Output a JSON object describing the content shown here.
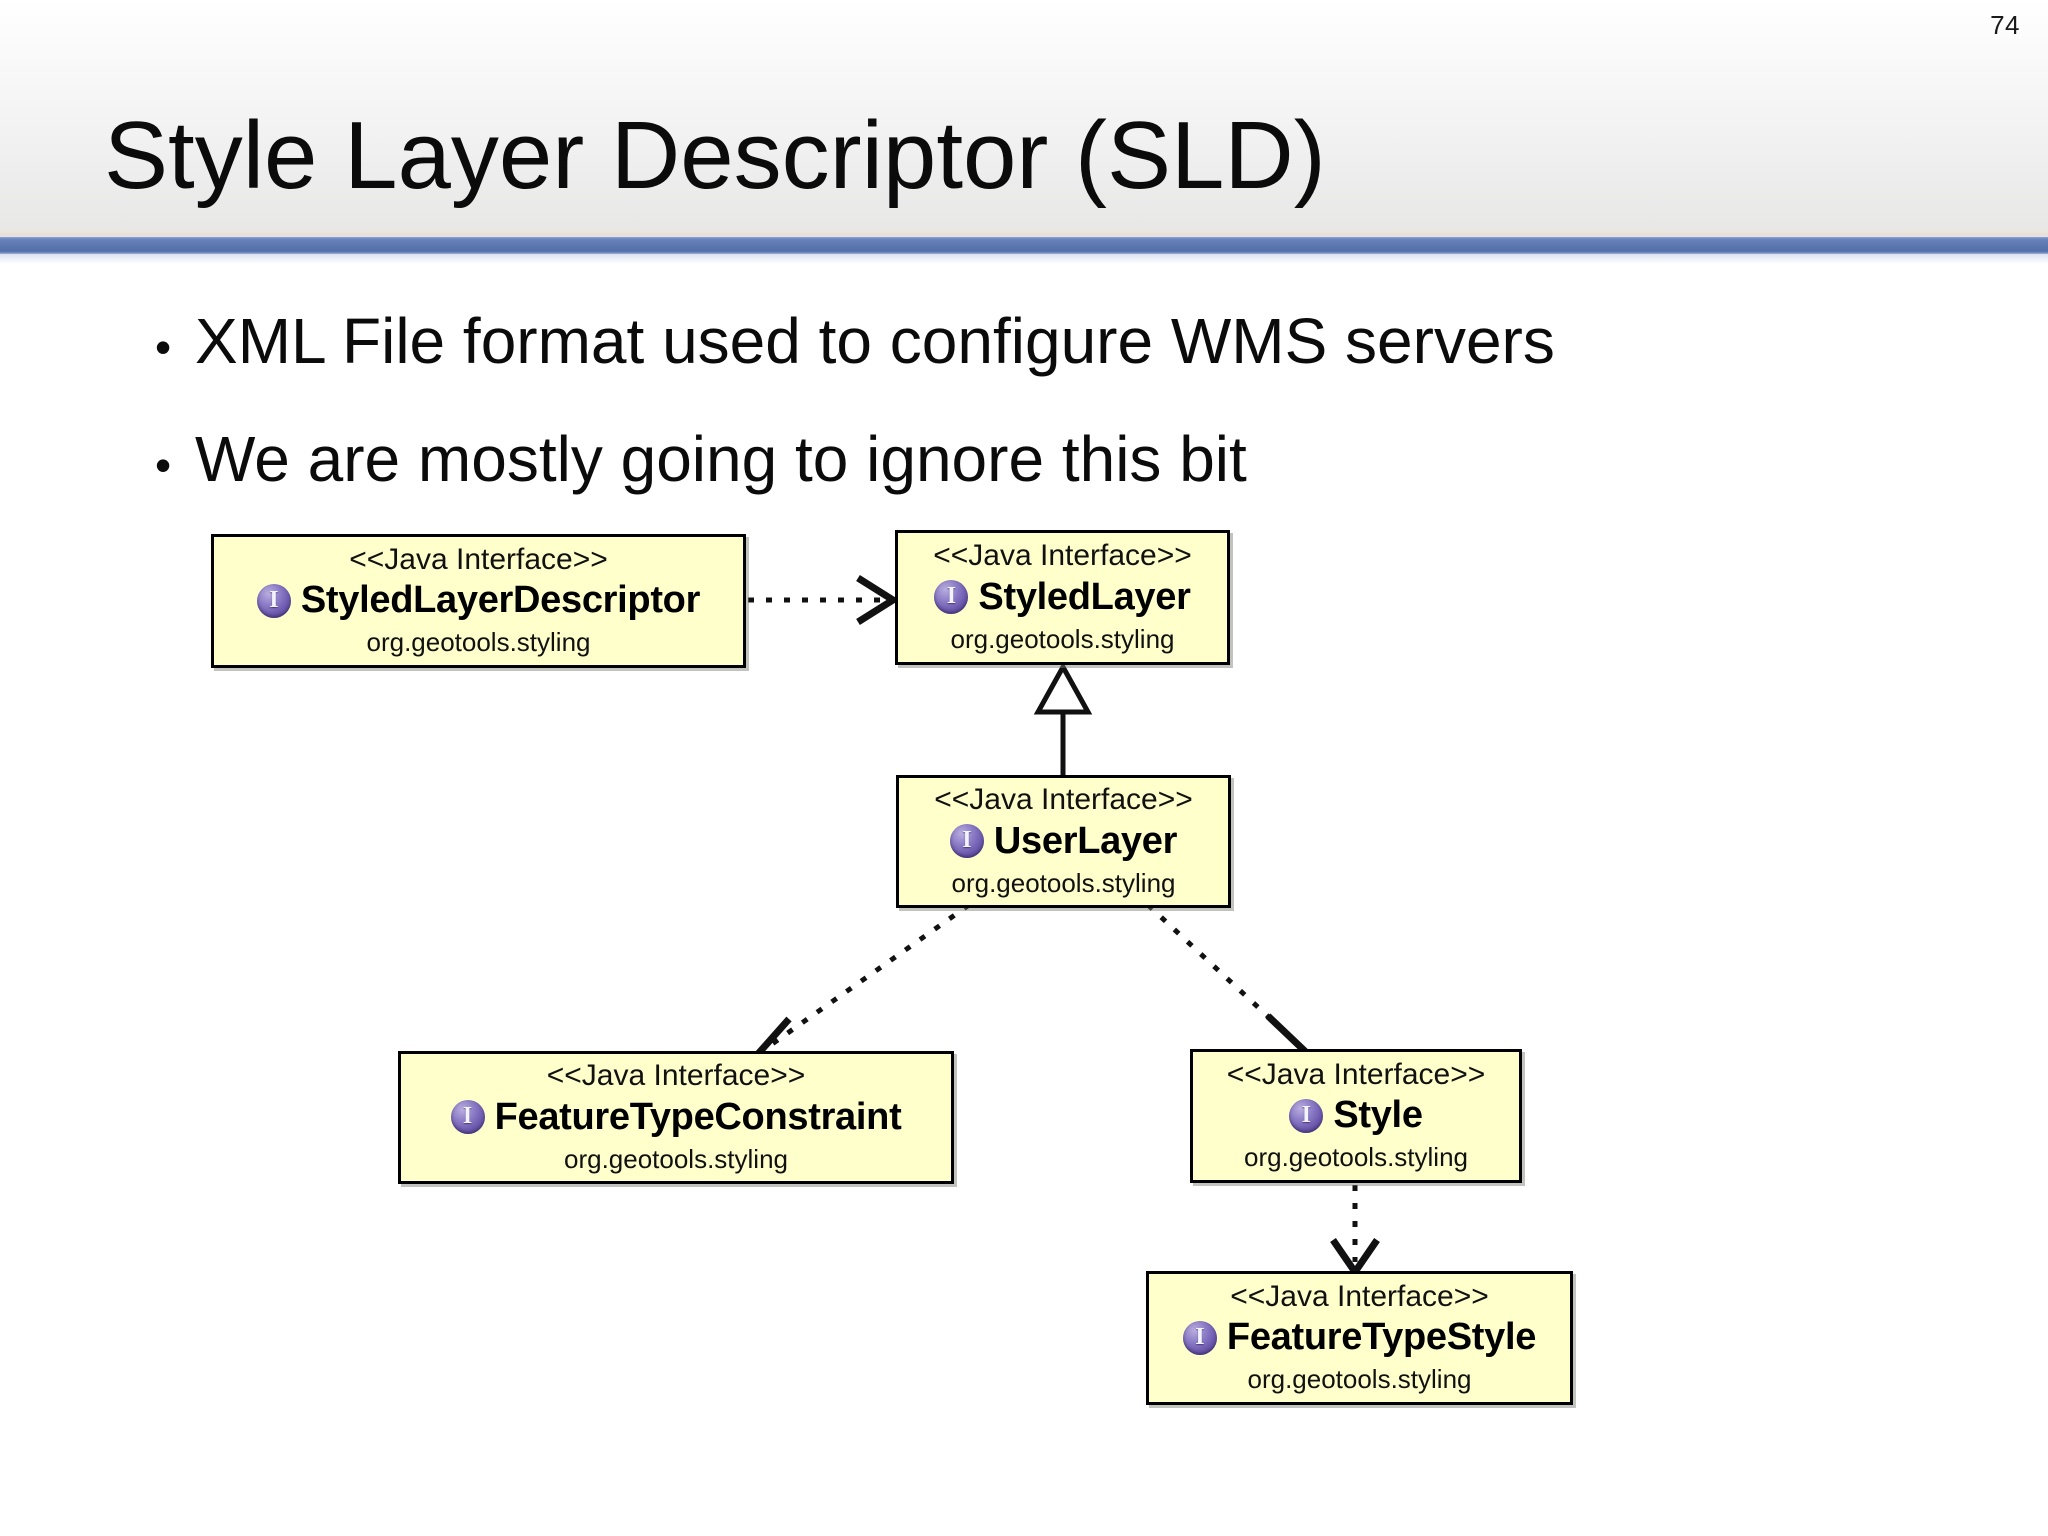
{
  "slide": {
    "page_number": "74",
    "title": "Style Layer Descriptor (SLD)",
    "accent_color": "#5b77b0",
    "background_color": "#ffffff"
  },
  "bullets": [
    {
      "marker": "•",
      "text": "XML File format used to configure WMS servers"
    },
    {
      "marker": "•",
      "text": "We are mostly going to ignore this bit"
    }
  ],
  "diagram": {
    "type": "uml-class-diagram",
    "box_fill_color": "#ffffcc",
    "box_border_color": "#000000",
    "icon_color": "#6f5cb0",
    "nodes": [
      {
        "id": "styled-layer-descriptor",
        "stereotype": "<<Java Interface>>",
        "name": "StyledLayerDescriptor",
        "package": "org.geotools.styling",
        "icon": "interface-icon"
      },
      {
        "id": "styled-layer",
        "stereotype": "<<Java Interface>>",
        "name": "StyledLayer",
        "package": "org.geotools.styling",
        "icon": "interface-icon"
      },
      {
        "id": "user-layer",
        "stereotype": "<<Java Interface>>",
        "name": "UserLayer",
        "package": "org.geotools.styling",
        "icon": "interface-icon"
      },
      {
        "id": "feature-type-constraint",
        "stereotype": "<<Java Interface>>",
        "name": "FeatureTypeConstraint",
        "package": "org.geotools.styling",
        "icon": "interface-icon"
      },
      {
        "id": "style",
        "stereotype": "<<Java Interface>>",
        "name": "Style",
        "package": "org.geotools.styling",
        "icon": "interface-icon"
      },
      {
        "id": "feature-type-style",
        "stereotype": "<<Java Interface>>",
        "name": "FeatureTypeStyle",
        "package": "org.geotools.styling",
        "icon": "interface-icon"
      }
    ],
    "edges": [
      {
        "from": "styled-layer-descriptor",
        "to": "styled-layer",
        "style": "dashed",
        "arrow": "open"
      },
      {
        "from": "user-layer",
        "to": "styled-layer",
        "style": "solid",
        "arrow": "hollow-triangle"
      },
      {
        "from": "user-layer",
        "to": "feature-type-constraint",
        "style": "dashed",
        "arrow": "open"
      },
      {
        "from": "user-layer",
        "to": "style",
        "style": "dashed",
        "arrow": "open"
      },
      {
        "from": "style",
        "to": "feature-type-style",
        "style": "dashed",
        "arrow": "open"
      }
    ]
  }
}
